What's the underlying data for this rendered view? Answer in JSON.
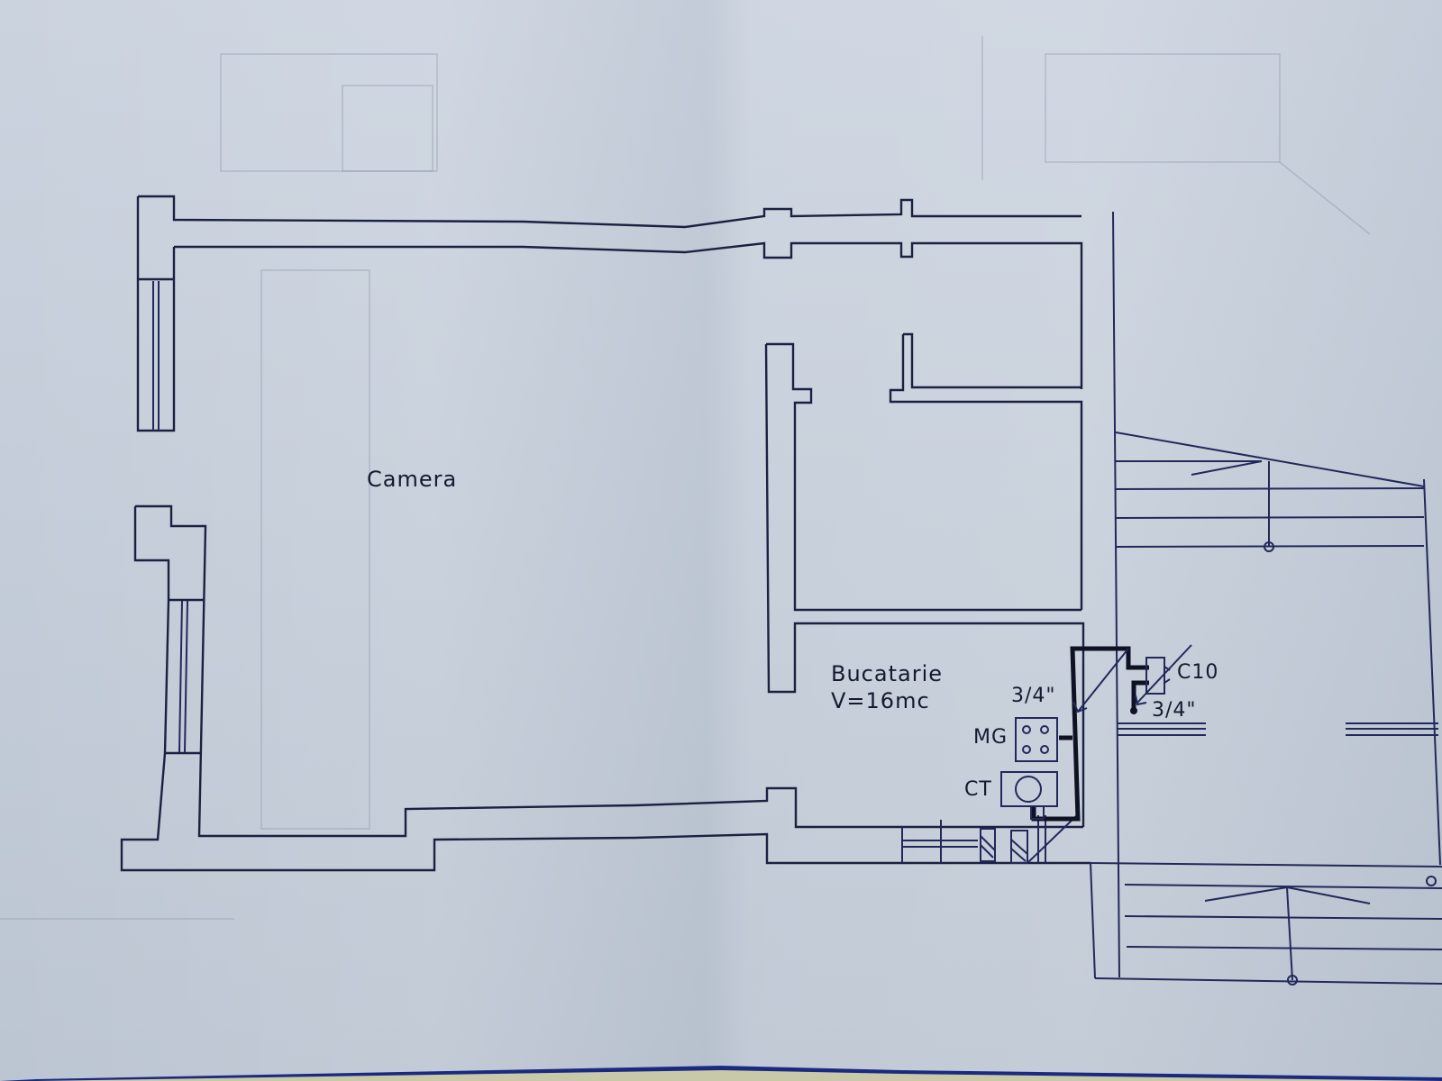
{
  "drawing": {
    "type": "floor-plan",
    "rooms": [
      {
        "id": "camera",
        "name": "Camera"
      },
      {
        "id": "bucatarie",
        "name": "Bucatarie",
        "volume": "V=16mc"
      }
    ],
    "fixtures": [
      {
        "id": "mg",
        "code": "MG",
        "description": "stove symbol (4 burners)"
      },
      {
        "id": "ct",
        "code": "CT",
        "description": "boiler symbol"
      },
      {
        "id": "c10",
        "code": "C10",
        "description": "meter symbol"
      }
    ],
    "pipe_sizes": [
      {
        "id": "pipe-size-inner",
        "value": "3/4\""
      },
      {
        "id": "pipe-size-outer",
        "value": "3/4\""
      }
    ],
    "colors": {
      "paper": "#c4cdd9",
      "ink": "#1b2140",
      "pipe": "#0f1222",
      "bottom_edge": "#1a2a80"
    }
  }
}
